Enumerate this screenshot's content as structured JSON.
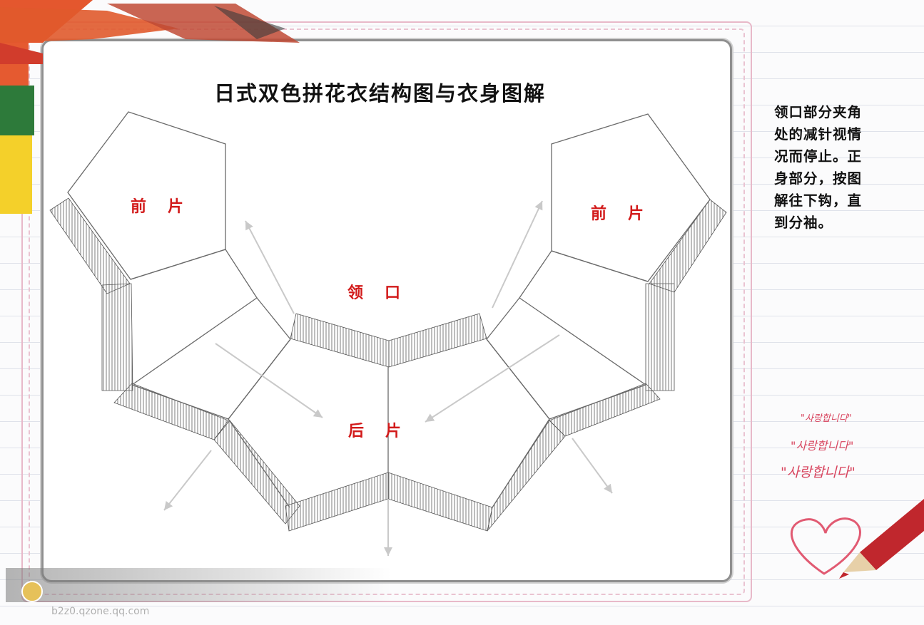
{
  "title": "日式双色拼花衣结构图与衣身图解",
  "labels": {
    "front_left": "前片",
    "front_right": "前片",
    "neckline": "领口",
    "back": "后片"
  },
  "note_lines": [
    "领口部分夹角",
    "处的减针视情",
    "况而停止。正",
    "身部分，按图",
    "解往下钩，直",
    "到分袖。"
  ],
  "decor_text": {
    "korean_1": "\"사랑합니다\"",
    "korean_2": "\"사랑합니다\"",
    "korean_3": "\"사랑합니다\""
  },
  "watermark": {
    "url": "b2z0.qzone.qq.com"
  },
  "colors": {
    "label_red": "#d21a1a",
    "frame_pink": "#e8b9c9",
    "hatch_gray": "#6d6d6d"
  },
  "icons": [
    "heart-icon",
    "pencil-icon",
    "logo-icon"
  ]
}
